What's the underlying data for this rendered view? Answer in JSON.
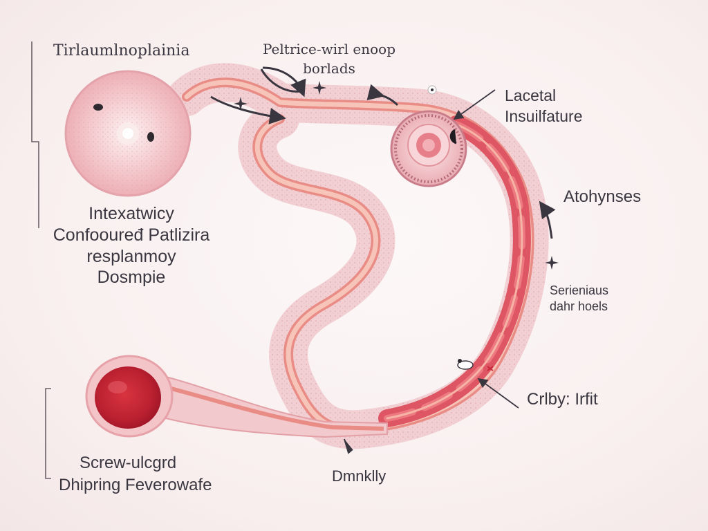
{
  "labels": {
    "top_left": "Tirlaumlnoplainia",
    "top_center": [
      "Peltrice-wirl enoop",
      "borlads"
    ],
    "lacetal": [
      "Lacetal",
      "Insuilfature"
    ],
    "middle_left": [
      "Intexatwicy",
      "Confoouređ Patlizira",
      "resplanmoy",
      "Dosmpie"
    ],
    "atohynses": "Atohynses",
    "serieniaus": [
      "Serieniaus",
      "dahr hoels"
    ],
    "crlby": "Crlby: Irfit",
    "bottom_left": [
      "Screw-ulcgrd",
      "Dhipring Feverowafe"
    ],
    "bottom_center": "Dmnklly"
  },
  "colors": {
    "tube_outer": "#f1cfd3",
    "tube_wall": "#e98c86",
    "lumen_red": "#de5563",
    "bulb_red": "#c8283a",
    "text": "#3a3640"
  }
}
